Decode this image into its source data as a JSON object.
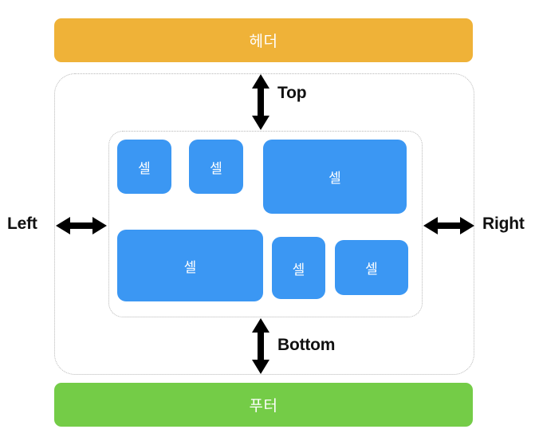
{
  "diagram": {
    "title": "CSS box model layout diagram",
    "colors": {
      "header": "#efb238",
      "footer": "#74cc47",
      "cell": "#3b97f3",
      "container_border": "#b8b8b8",
      "label_text": "#111111",
      "bar_text": "#ffffff"
    }
  },
  "header": {
    "label": "헤더"
  },
  "footer": {
    "label": "푸터"
  },
  "containers": {
    "outer": {
      "name": "outer-container"
    },
    "inner": {
      "name": "inner-container"
    }
  },
  "cells": [
    {
      "label": "셀",
      "size": "small"
    },
    {
      "label": "셀",
      "size": "small"
    },
    {
      "label": "셀",
      "size": "large"
    },
    {
      "label": "셀",
      "size": "wide"
    },
    {
      "label": "셀",
      "size": "small"
    },
    {
      "label": "셀",
      "size": "medium"
    }
  ],
  "spacing_labels": {
    "top": "Top",
    "bottom": "Bottom",
    "left": "Left",
    "right": "Right"
  }
}
